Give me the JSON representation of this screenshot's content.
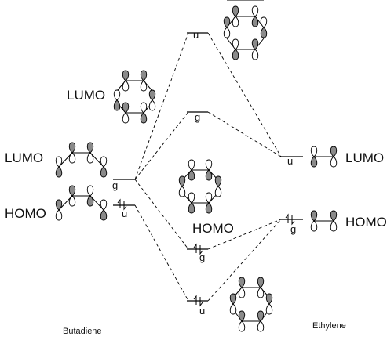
{
  "labels": {
    "butadiene_lumo": "LUMO",
    "butadiene_homo": "HOMO",
    "ethylene_lumo": "LUMO",
    "ethylene_homo": "HOMO",
    "central_lumo": "LUMO",
    "central_homo": "HOMO",
    "butadiene": "Butadiene",
    "ethylene": "Ethylene"
  },
  "levels": {
    "top_sym": "u",
    "upper_sym": "g",
    "butadiene_lumo_sym": "g",
    "butadiene_homo_sym": "u",
    "ethylene_lumo_sym": "u",
    "ethylene_homo_sym": "g",
    "lower_sym": "g",
    "bottom_sym": "u"
  },
  "colors": {
    "shaded_lobe": "#8a8a8a",
    "line": "#000000"
  }
}
